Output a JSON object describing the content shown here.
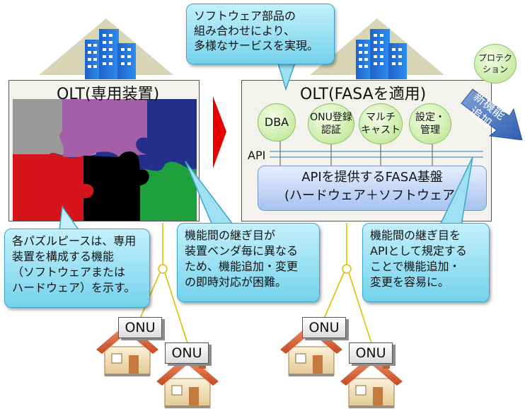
{
  "left_panel": {
    "title": "OLT(専用装置)"
  },
  "right_panel": {
    "title": "OLT(FASAを適用)",
    "api_label": "API",
    "functions": [
      "DBA",
      "ONU登録\n認証",
      "マルチ\nキャスト",
      "設定・\n管理"
    ],
    "platform": "APIを提供するFASA基盤\n(ハードウェア＋ソフトウェア)"
  },
  "new_function": {
    "arrow_label": "新機能\n追加",
    "circle_label": "プロテク\nション"
  },
  "callouts": {
    "top": "ソフトウェア部品の\n組み合わせにより、\n多様なサービスを実現。",
    "puzzle": "各パズルピースは、専用\n装置を構成する機能\n（ソフトウェアまたは\nハードウェア）を示す。",
    "dedicated": "機能間の継ぎ目が\n装置ベンダ毎に異なる\nため、機能追加・変更\nの即時対応が困難。",
    "fasa": "機能間の継ぎ目を\nAPIとして規定する\nことで機能追加・\n変更を容易に。"
  },
  "onu_label": "ONU",
  "colors": {
    "callout": "#8fdcf1",
    "function_circle": "#c9ec9f",
    "platform": "#b9cff3",
    "arrow": "#e60000",
    "puzzle": [
      "#9a9a9a",
      "#a35fa8",
      "#242f8c",
      "#d7131c",
      "#000000",
      "#1ea03c"
    ]
  }
}
